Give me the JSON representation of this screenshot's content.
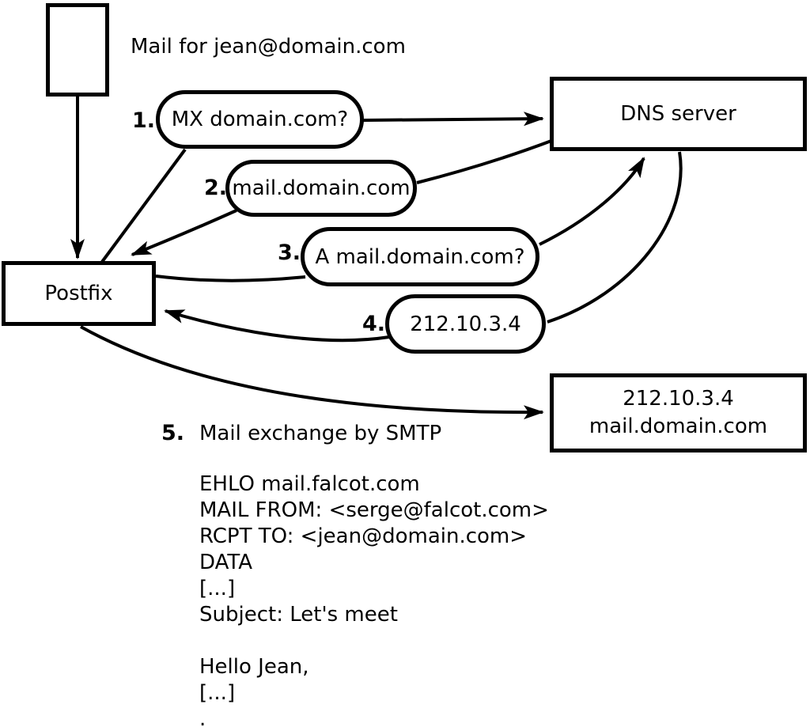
{
  "diagram": {
    "title": "Mail for jean@domain.com",
    "nodes": {
      "sender": "Postfix",
      "dns": "DNS server",
      "target_line1": "212.10.3.4",
      "target_line2": "mail.domain.com"
    },
    "steps": [
      {
        "num": "1.",
        "label": "MX domain.com?"
      },
      {
        "num": "2.",
        "label": "mail.domain.com"
      },
      {
        "num": "3.",
        "label": "A mail.domain.com?"
      },
      {
        "num": "4.",
        "label": "212.10.3.4"
      },
      {
        "num": "5.",
        "label": "Mail exchange by SMTP"
      }
    ],
    "smtp_session": "EHLO mail.falcot.com\nMAIL FROM: <serge@falcot.com>\nRCPT TO: <jean@domain.com>\nDATA\n[...]\nSubject: Let's meet\n\nHello Jean,\n[...]\n."
  },
  "colors": {
    "stroke": "#000000",
    "background": "#ffffff"
  }
}
